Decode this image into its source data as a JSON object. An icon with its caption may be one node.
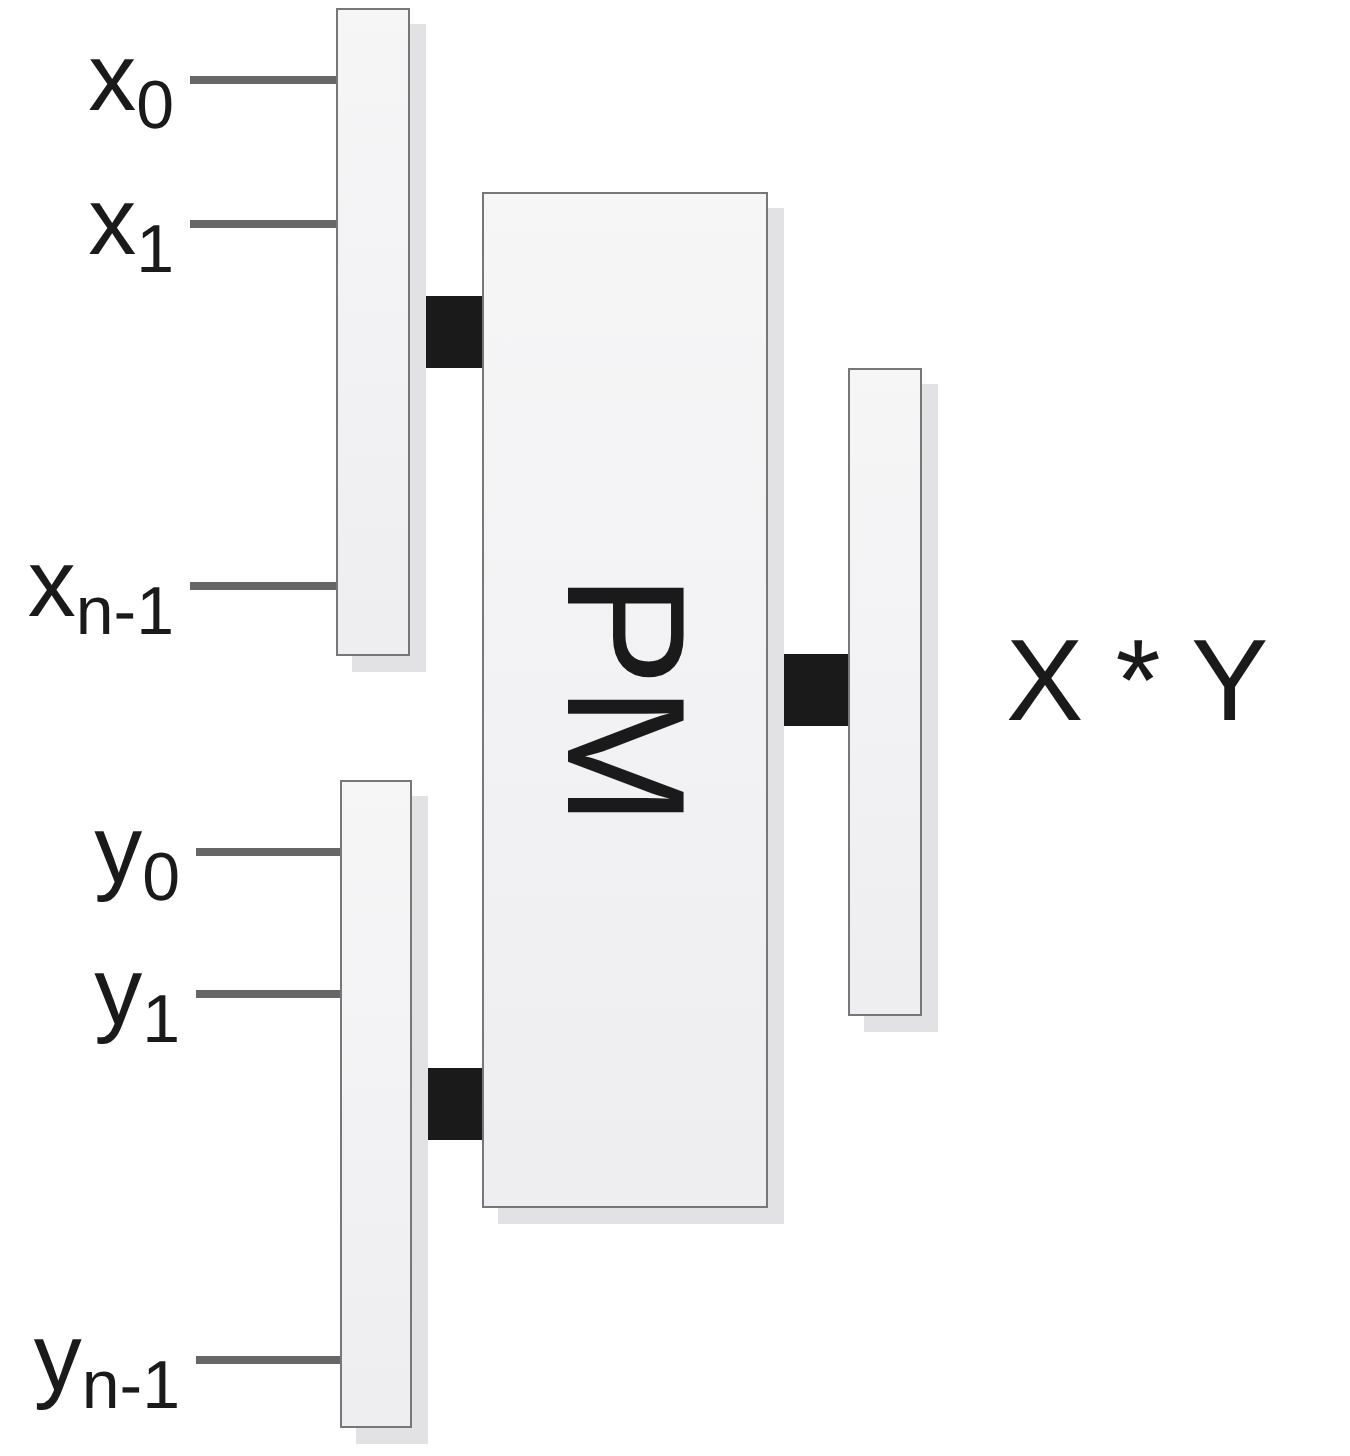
{
  "diagram": {
    "nodes": [
      {
        "text": [
          "x$_{0}$"
        ]
      },
      {
        "text": [
          "x$_{1}$"
        ]
      },
      {
        "text": [
          "x$_{n-1}$"
        ]
      },
      {
        "text": [],
        "shape": "bar"
      },
      {
        "text": [
          "y$_{0}$"
        ]
      },
      {
        "text": [
          "y$_{1}$"
        ]
      },
      {
        "text": [
          "y$_{n-1}$"
        ]
      },
      {
        "text": [],
        "shape": "bar"
      },
      {
        "text": [
          "PM"
        ]
      },
      {
        "text": [],
        "shape": "bar"
      }
    ],
    "edges": [
      {
        "from": 0,
        "to": 3,
        "arrow": "none"
      },
      {
        "from": 1,
        "to": 3,
        "arrow": "none"
      },
      {
        "from": 2,
        "to": 3,
        "arrow": "none"
      },
      {
        "from": 4,
        "to": 7,
        "arrow": "none"
      },
      {
        "from": 5,
        "to": 7,
        "arrow": "none"
      },
      {
        "from": 6,
        "to": 7,
        "arrow": "none"
      },
      {
        "from": 3,
        "to": 8,
        "arrow": "none",
        "style": "thick"
      },
      {
        "from": 7,
        "to": 8,
        "arrow": "none",
        "style": "thick"
      },
      {
        "from": 8,
        "to": 9,
        "arrow": "none",
        "style": "thick"
      }
    ],
    "labels": [
      "X * Y"
    ]
  }
}
